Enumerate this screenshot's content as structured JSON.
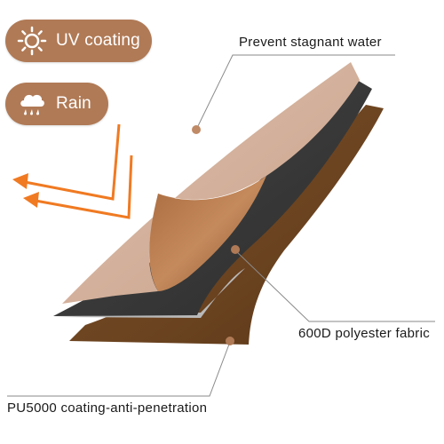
{
  "badges": {
    "uv": {
      "label": "UV coating",
      "icon": "sun-icon"
    },
    "rain": {
      "label": "Rain",
      "icon": "rain-cloud-icon"
    }
  },
  "layers": {
    "top": {
      "label": "Prevent stagnant water",
      "color": "#d3b09b"
    },
    "middle": {
      "label": "600D polyester fabric",
      "color": "#3c3c3c"
    },
    "bottom": {
      "label": "PU5000 coating-anti-penetration",
      "color": "#6b4320"
    }
  },
  "colors": {
    "badge": "#b07a56",
    "arrows": "#f07a22",
    "leader": "#8a8a8a",
    "dot": "#c08a66"
  }
}
